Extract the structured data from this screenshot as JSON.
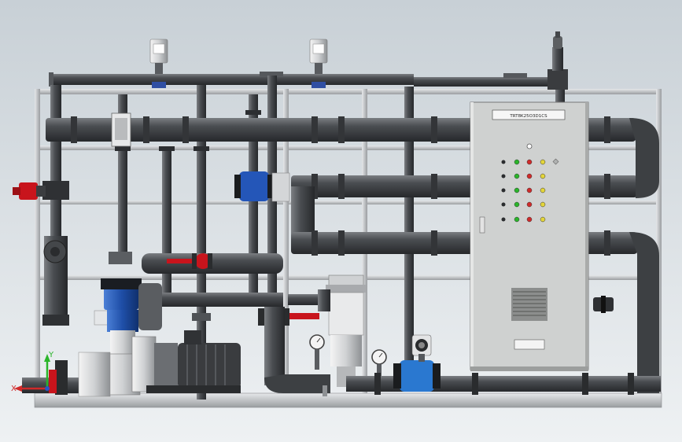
{
  "panel": {
    "nameplate_text": "TRT8K25O3D1CS"
  },
  "axes": {
    "x_label": "X",
    "y_label": "Y"
  },
  "colors": {
    "pipe": "#3f4144",
    "pipe_dark": "#2e3033",
    "frame": "#bdbfc2",
    "cabinet": "#cfd1d0",
    "valve_red": "#c8141c",
    "motor_blue": "#1f4fa8",
    "meter_blue": "#2a78d0",
    "lamp_green": "#2ab52a",
    "lamp_red": "#d02a2a",
    "lamp_yellow": "#e3d53a"
  },
  "icons": [
    "pressure-gauge-icon",
    "flow-meter-icon",
    "solenoid-valve-icon",
    "axis-triad-icon"
  ]
}
